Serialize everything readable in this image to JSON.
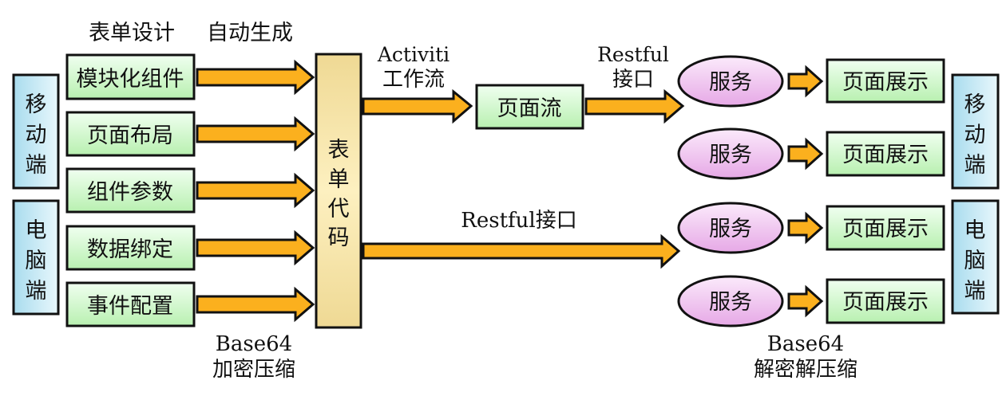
{
  "colors": {
    "green_fill_top": "#f0fff0",
    "green_fill_bottom": "#b8f0b0",
    "blue_fill_top": "#eaf8fc",
    "blue_fill_bottom": "#b6e2f0",
    "tan_fill_top": "#efd994",
    "tan_fill_bottom": "#fbeebb",
    "pink_fill_top": "#f9e6f9",
    "pink_fill_bottom": "#e8aee8",
    "arrow_fill": "#fbb01e",
    "stroke": "#111111"
  },
  "headers": {
    "form_design": "表单设计",
    "auto_generate": "自动生成"
  },
  "left_clients": [
    {
      "label": "移动端",
      "chars": [
        "移",
        "动",
        "端"
      ]
    },
    {
      "label": "电脑端",
      "chars": [
        "电",
        "脑",
        "端"
      ]
    }
  ],
  "design_items": [
    {
      "label": "模块化组件"
    },
    {
      "label": "页面布局"
    },
    {
      "label": "组件参数"
    },
    {
      "label": "数据绑定"
    },
    {
      "label": "事件配置"
    }
  ],
  "form_code": {
    "label": "表单代码",
    "chars": [
      "表",
      "单",
      "代",
      "码"
    ]
  },
  "encode_note": {
    "line1": "Base64",
    "line2": "加密压缩"
  },
  "workflow_arrow": {
    "line1": "Activiti",
    "line2": "工作流"
  },
  "page_flow": {
    "label": "页面流"
  },
  "restful_upper": {
    "line1": "Restful",
    "line2": "接口"
  },
  "restful_lower": {
    "label": "Restful接口"
  },
  "services": [
    {
      "service": "服务",
      "display": "页面展示"
    },
    {
      "service": "服务",
      "display": "页面展示"
    },
    {
      "service": "服务",
      "display": "页面展示"
    },
    {
      "service": "服务",
      "display": "页面展示"
    }
  ],
  "right_clients": [
    {
      "label": "移动端",
      "chars": [
        "移",
        "动",
        "端"
      ]
    },
    {
      "label": "电脑端",
      "chars": [
        "电",
        "脑",
        "端"
      ]
    }
  ],
  "decode_note": {
    "line1": "Base64",
    "line2": "解密解压缩"
  }
}
